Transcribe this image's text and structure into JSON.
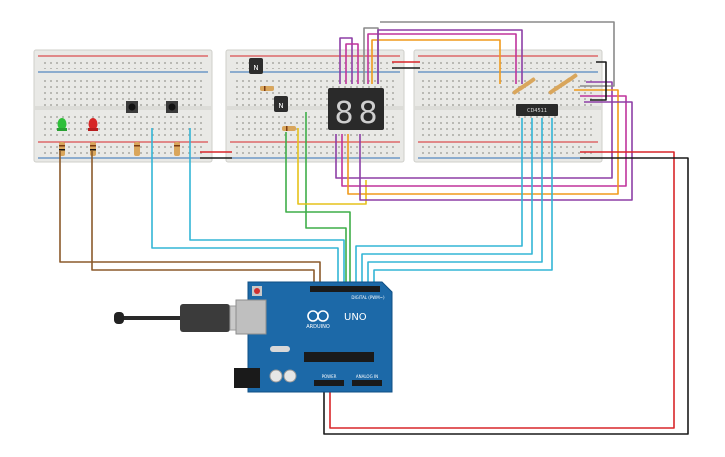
{
  "colors": {
    "breadboard": "#e9e9e6",
    "rail_red": "#d8262a",
    "rail_blue": "#2f6fb5",
    "arduino": "#1c69a8",
    "wire_brown": "#8b5a2b",
    "wire_cyan": "#33b5d6",
    "wire_green": "#3fae49",
    "wire_yellow": "#e6c21b",
    "wire_orange": "#f09a1c",
    "wire_purple": "#8d3fa6",
    "wire_magenta": "#c0349c",
    "wire_gray": "#8a8a8a",
    "wire_red": "#d8262a",
    "wire_black": "#1a1a1a"
  },
  "labels": {
    "transistor": "N",
    "seg_digit_1": "8",
    "seg_digit_2": "8",
    "ic_label": "CD4511",
    "arduino_brand": "ARDUINO",
    "arduino_model": "UNO",
    "digital_header": "DIGITAL (PWM~)",
    "power_header": "POWER",
    "analog_header": "ANALOG IN"
  }
}
